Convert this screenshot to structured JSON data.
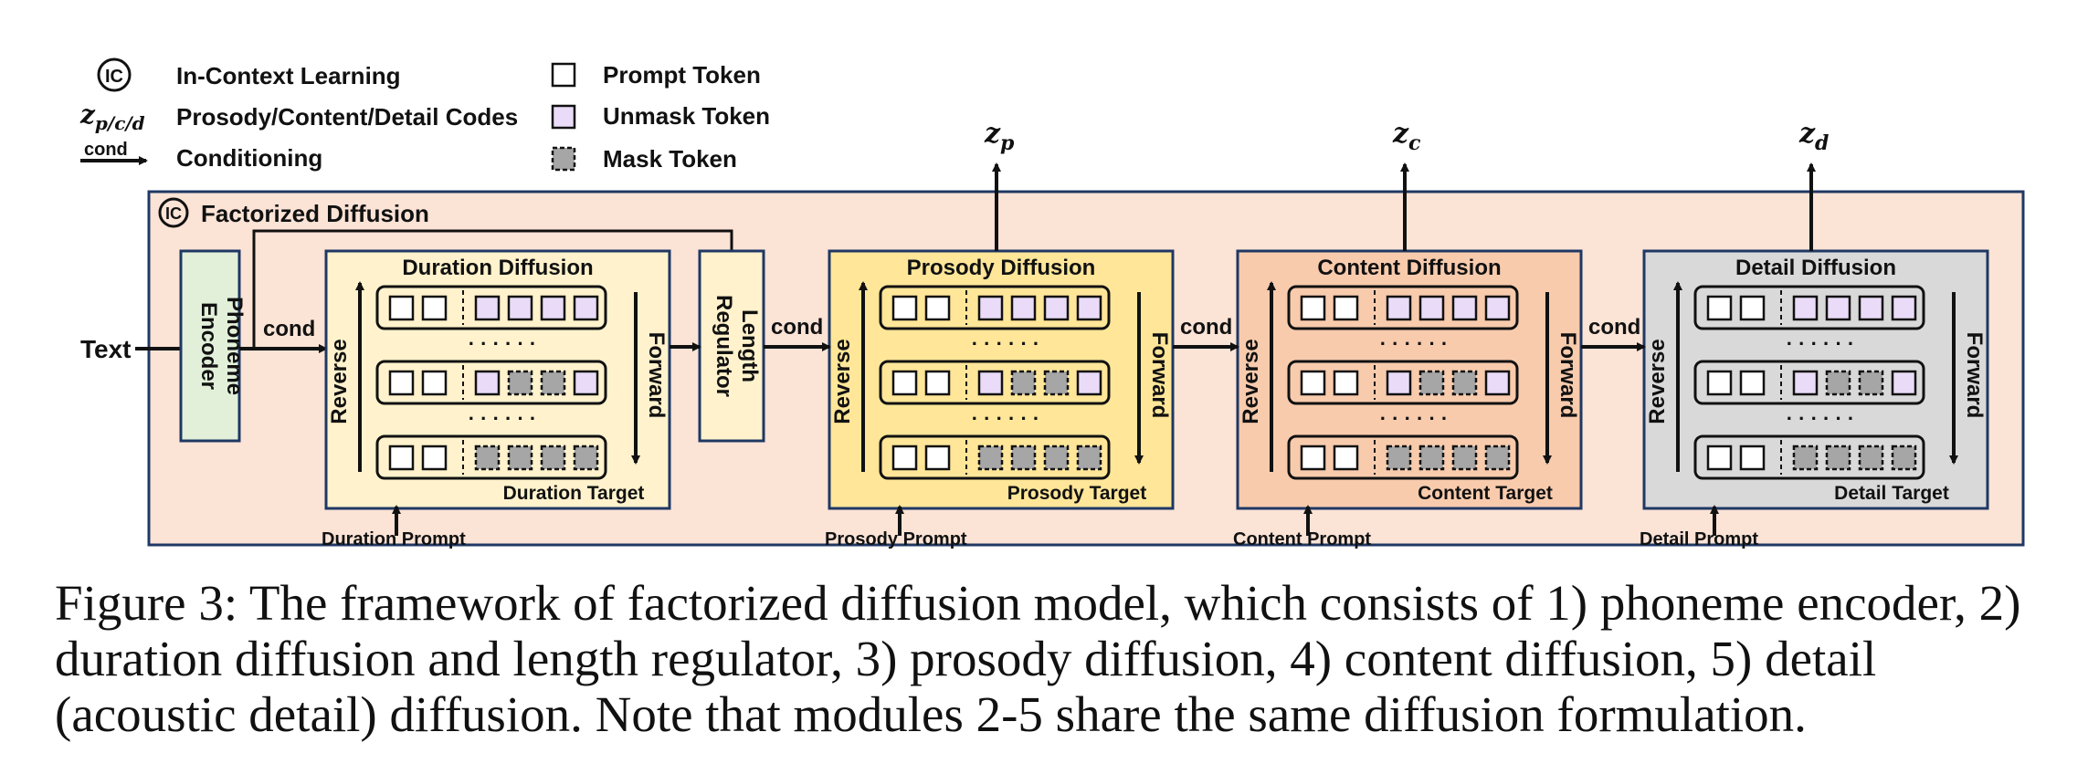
{
  "legend": {
    "ic_symbol": "IC",
    "ic_label": "In-Context Learning",
    "codes_symbol_main": "z",
    "codes_symbol_sub": "p/c/d",
    "codes_label": "Prosody/Content/Detail Codes",
    "cond_arrow_text": "cond",
    "cond_label": "Conditioning",
    "prompt_token_label": "Prompt Token",
    "unmask_token_label": "Unmask Token",
    "mask_token_label": "Mask Token"
  },
  "diagram": {
    "frame_ic_symbol": "IC",
    "frame_title": "Factorized Diffusion",
    "text_input": "Text",
    "phoneme_encoder_line1": "Phoneme",
    "phoneme_encoder_line2": "Encoder",
    "length_regulator_line1": "Length",
    "length_regulator_line2": "Regulator",
    "cond": "cond",
    "reverse": "Reverse",
    "forward": "Forward",
    "dots": "· · · · · ·",
    "modules": [
      {
        "title": "Duration Diffusion",
        "target": "Duration Target",
        "prompt": "Duration Prompt",
        "output_main": "",
        "output_sub": ""
      },
      {
        "title": "Prosody Diffusion",
        "target": "Prosody Target",
        "prompt": "Prosody Prompt",
        "output_main": "z",
        "output_sub": "p"
      },
      {
        "title": "Content Diffusion",
        "target": "Content Target",
        "prompt": "Content Prompt",
        "output_main": "z",
        "output_sub": "c"
      },
      {
        "title": "Detail Diffusion",
        "target": "Detail Target",
        "prompt": "Detail Prompt",
        "output_main": "z",
        "output_sub": "d"
      }
    ]
  },
  "colors": {
    "frame_fill": "#fbe3d6",
    "frame_stroke": "#1f3864",
    "encoder_fill": "#e2f0d9",
    "regulator_fill": "#fff2cc",
    "duration_fill": "#fff2cc",
    "prosody_fill": "#ffe699",
    "content_fill": "#f8cbad",
    "detail_fill": "#d9d9d9",
    "unmask_fill": "#eadcf8",
    "mask_fill": "#a6a6a6"
  },
  "caption": "Figure 3: The framework of factorized diffusion model, which consists of 1) phoneme encoder, 2) duration diffusion and length regulator, 3) prosody diffusion, 4) content diffusion, 5) detail (acoustic detail) diffusion. Note that modules 2-5 share the same diffusion formulation."
}
